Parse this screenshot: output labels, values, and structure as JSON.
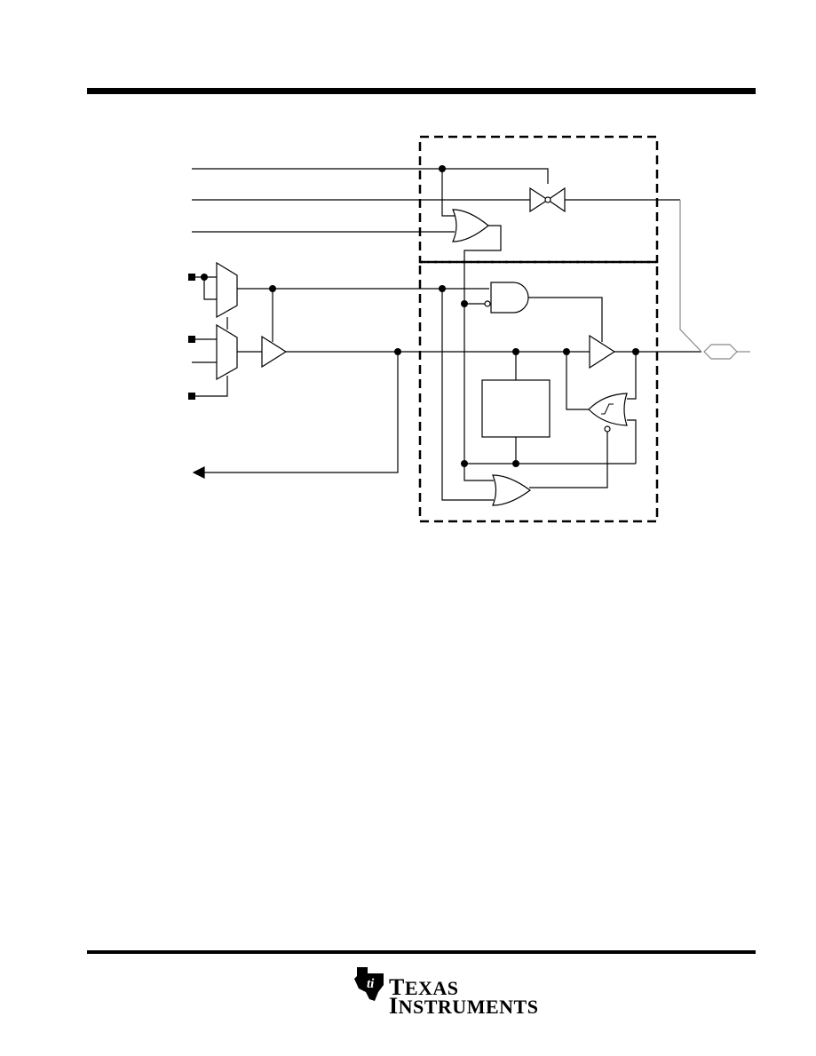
{
  "header": {
    "rule_color": "#000000"
  },
  "diagram": {
    "line_color": "#000000",
    "trace_color": "#777777",
    "fill": "#ffffff"
  },
  "footer": {
    "logo": {
      "name": "texas-instruments-logo",
      "line1_first": "T",
      "line1_rest": "EXAS",
      "line2_first": "I",
      "line2_rest": "NSTRUMENTS"
    }
  }
}
